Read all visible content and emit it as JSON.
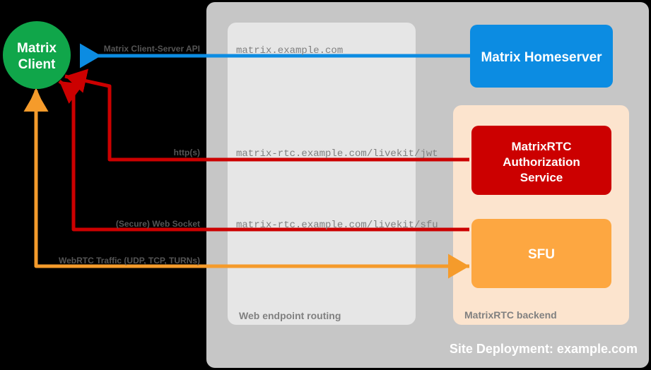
{
  "diagram": {
    "title": "MatrixRTC site deployment architecture",
    "background_color": "#000000"
  },
  "client": {
    "label_line1": "Matrix",
    "label_line2": "Client",
    "color": "#10A64A",
    "text_color": "#ffffff"
  },
  "site_container": {
    "label": "Site Deployment: example.com",
    "color": "#C6C6C6",
    "label_color": "#ffffff"
  },
  "web_routing_container": {
    "label": "Web endpoint routing",
    "color": "#E6E6E6",
    "label_color": "#808080"
  },
  "rtc_backend_container": {
    "label": "MatrixRTC backend",
    "color": "#FCE4CE",
    "label_color": "#808080"
  },
  "nodes": [
    {
      "name": "matrix-homeserver",
      "lines": [
        "Matrix Homeserver"
      ],
      "color": "#0C8CE2",
      "text_color": "#ffffff"
    },
    {
      "name": "matrixrtc-authorization-service",
      "lines": [
        "MatrixRTC",
        "Authorization",
        "Service"
      ],
      "color": "#CC0000",
      "text_color": "#ffffff"
    },
    {
      "name": "sfu",
      "lines": [
        "SFU"
      ],
      "color": "#FDA741",
      "text_color": "#ffffff"
    }
  ],
  "endpoints": [
    {
      "name": "endpoint-matrix",
      "text": "matrix.example.com"
    },
    {
      "name": "endpoint-jwt",
      "text": "matrix-rtc.example.com/livekit/jwt"
    },
    {
      "name": "endpoint-sfu",
      "text": "matrix-rtc.example.com/livekit/sfu"
    }
  ],
  "endpoint_text_color": "#808080",
  "flows": [
    {
      "name": "flow-client-server-api",
      "label": "Matrix Client-Server API",
      "color": "#0C8CE2",
      "label_color": "#555555"
    },
    {
      "name": "flow-https",
      "label": "http(s)",
      "color": "#CC0000",
      "label_color": "#555555"
    },
    {
      "name": "flow-websocket",
      "label": "(Secure) Web Socket",
      "color": "#CC0000",
      "label_color": "#555555"
    },
    {
      "name": "flow-webrtc",
      "label": "WebRTC Traffic (UDP, TCP, TURNs)",
      "color": "#F59B2B",
      "label_color": "#555555"
    }
  ]
}
